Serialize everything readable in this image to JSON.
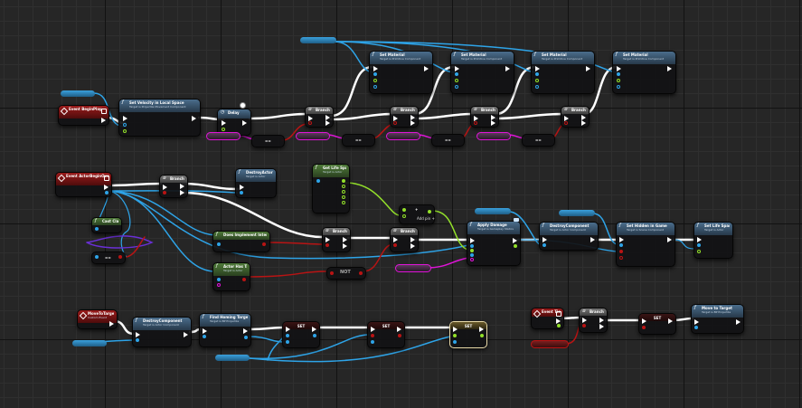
{
  "nodes": {
    "event_begin_play": {
      "title": "Event BeginPlay"
    },
    "set_velocity": {
      "title": "Set Velocity in Local Space",
      "subtitle": "Target is Projectile Movement Component"
    },
    "delay": {
      "title": "Delay"
    },
    "branch": "Branch",
    "set_material": {
      "title": "Set Material",
      "subtitle": "Target is Primitive Component"
    },
    "event_actor_begin_overlap": {
      "title": "Event ActorBeginOverlap"
    },
    "destroy_actor": {
      "title": "DestroyActor",
      "subtitle": "Target is Actor"
    },
    "get_life_span_node": {
      "title": "Get Life Span",
      "subtitle": "Target is Actor"
    },
    "does_implement": {
      "title": "Does Implement Interface"
    },
    "actor_has_tag": {
      "title": "Actor Has Tag",
      "subtitle": "Target is Actor"
    },
    "not": {
      "title": "NOT"
    },
    "add_pin": {
      "label": "Add pin +"
    },
    "apply_damage": {
      "title": "Apply Damage",
      "subtitle": "Target is Gameplay Statics"
    },
    "destroy_component": {
      "title": "DestroyComponent",
      "subtitle": "Target is Actor Component"
    },
    "set_hidden_in_game": {
      "title": "Set Hidden in Game",
      "subtitle": "Target is Scene Component"
    },
    "set_life_span": {
      "title": "Set Life Span",
      "subtitle": "Target is Actor"
    },
    "move_to_target": {
      "title": "MoveToTarget",
      "subtitle": "Custom Event"
    },
    "destroy_component_2": {
      "title": "DestroyComponent",
      "subtitle": "Target is Actor Component"
    },
    "find_homing_target": {
      "title": "Find Homing Target",
      "subtitle": "Target is BP Projectile"
    },
    "set": "SET",
    "event_tick": {
      "title": "Event Tick"
    },
    "move_to_target_fn": {
      "title": "Move to Target",
      "subtitle": "Target is BP Projectile"
    },
    "cast": {
      "title": "Cast Class"
    }
  },
  "colors": {
    "exec_wire": "#ffffff",
    "object_wire": "#2ea4e8",
    "bool_wire": "#b91414",
    "byte_wire": "#e014d8",
    "float_wire": "#93e02a",
    "event_header": "#9b1b1b",
    "function_header": "#4a6d8c",
    "pure_header": "#4e7a38"
  },
  "icons": [
    "function-icon",
    "event-diamond-icon",
    "exec-pin-icon",
    "data-pin-icon",
    "variable-getter-icon",
    "delay-clock-icon",
    "branch-icon",
    "set-node-icon"
  ]
}
